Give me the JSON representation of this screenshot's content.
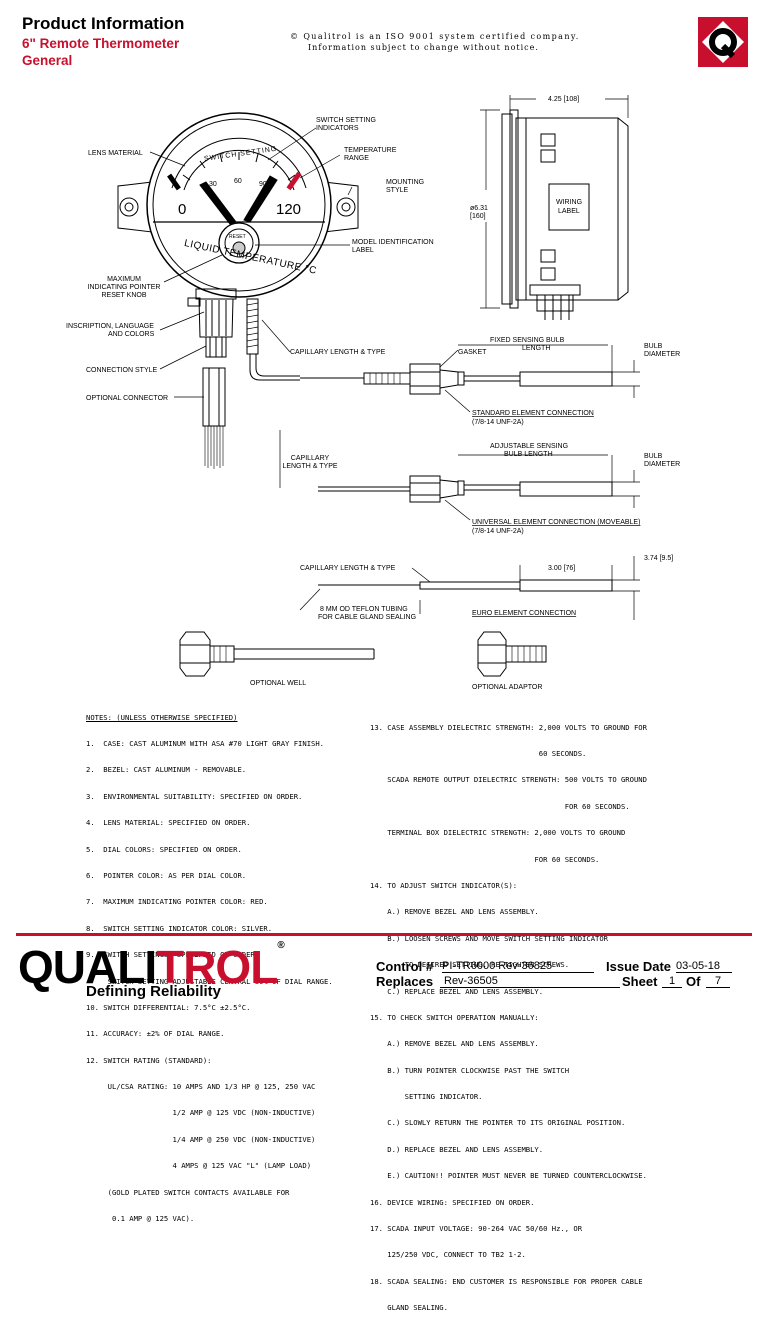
{
  "header": {
    "title": "Product Information",
    "subtitle": "6\" Remote Thermometer",
    "section": "General",
    "cert_line": "© Qualitrol is an ISO 9001 system certified company.",
    "notice_line": "Information subject to change without notice."
  },
  "dial": {
    "switch_setting_arc": "SWITCH SETTING",
    "tick_labels": [
      "30",
      "60",
      "90"
    ],
    "scale_min": "0",
    "scale_max": "120",
    "reset_label": "RESET",
    "liquid_temperature": "LIQUID TEMPERATURE °C"
  },
  "callouts": {
    "lens_material": "LENS MATERIAL",
    "switch_setting_indicators": [
      "SWITCH SETTING",
      "INDICATORS"
    ],
    "temperature_range": [
      "TEMPERATURE",
      "RANGE"
    ],
    "mounting_style": [
      "MOUNTING",
      "STYLE"
    ],
    "model_id_label": [
      "MODEL IDENTIFICATION",
      "LABEL"
    ],
    "max_pointer_knob": [
      "MAXIMUM",
      "INDICATING POINTER",
      "RESET KNOB"
    ],
    "inscription": [
      "INSCRIPTION, LANGUAGE",
      "AND COLORS"
    ],
    "connection_style": "CONNECTION STYLE",
    "optional_connector": "OPTIONAL CONNECTOR",
    "capillary_length_type": "CAPILLARY LENGTH & TYPE",
    "capillary_length_type_2": [
      "CAPILLARY",
      "LENGTH & TYPE"
    ],
    "fixed_bulb": [
      "FIXED SENSING BULB",
      "LENGTH"
    ],
    "gasket": "GASKET",
    "bulb_diameter": [
      "BULB",
      "DIAMETER"
    ],
    "standard_connection": [
      "STANDARD ELEMENT CONNECTION",
      "(7/8-14 UNF-2A)"
    ],
    "adjustable_bulb": [
      "ADJUSTABLE SENSING",
      "BULB LENGTH"
    ],
    "universal_connection": [
      "UNIVERSAL ELEMENT CONNECTION (MOVEABLE)",
      "(7/8-14 UNF-2A)"
    ],
    "dim_width": "4.25 [108]",
    "dim_height": [
      "ø6.31",
      "[160]"
    ],
    "wiring_label": [
      "WIRING",
      "LABEL"
    ],
    "dim_300": "3.00 [76]",
    "dim_374": "3.74 [9.5]",
    "teflon": [
      "8 MM OD TEFLON TUBING",
      "FOR CABLE GLAND SEALING"
    ],
    "euro_connection": "EURO ELEMENT CONNECTION",
    "optional_well": "OPTIONAL WELL",
    "optional_adaptor": "OPTIONAL ADAPTOR"
  },
  "notes_left": [
    "NOTES: (UNLESS OTHERWISE SPECIFIED)",
    "1.  CASE: CAST ALUMINUM WITH ASA #70 LIGHT GRAY FINISH.",
    "2.  BEZEL: CAST ALUMINUM - REMOVABLE.",
    "3.  ENVIRONMENTAL SUITABILITY: SPECIFIED ON ORDER.",
    "4.  LENS MATERIAL: SPECIFIED ON ORDER.",
    "5.  DIAL COLORS: SPECIFIED ON ORDER.",
    "6.  POINTER COLOR: AS PER DIAL COLOR.",
    "7.  MAXIMUM INDICATING POINTER COLOR: RED.",
    "8.  SWITCH SETTING INDICATOR COLOR: SILVER.",
    "9.  SWITCH SETTINGS: SPECIFIED ON ORDER.",
    "     SWITCH SETTING ADJUSTABLE CENTRAL 80% OF DIAL RANGE.",
    "10. SWITCH DIFFERENTIAL: 7.5°C ±2.5°C.",
    "11. ACCURACY: ±2% OF DIAL RANGE.",
    "12. SWITCH RATING (STANDARD):",
    "     UL/CSA RATING: 10 AMPS AND 1/3 HP @ 125, 250 VAC",
    "                    1/2 AMP @ 125 VDC (NON-INDUCTIVE)",
    "                    1/4 AMP @ 250 VDC (NON-INDUCTIVE)",
    "                    4 AMPS @ 125 VAC \"L\" (LAMP LOAD)",
    "     (GOLD PLATED SWITCH CONTACTS AVAILABLE FOR",
    "      0.1 AMP @ 125 VAC)."
  ],
  "notes_right": [
    "13. CASE ASSEMBLY DIELECTRIC STRENGTH: 2,000 VOLTS TO GROUND FOR",
    "                                       60 SECONDS.",
    "    SCADA REMOTE OUTPUT DIELECTRIC STRENGTH: 500 VOLTS TO GROUND",
    "                                             FOR 60 SECONDS.",
    "    TERMINAL BOX DIELECTRIC STRENGTH: 2,000 VOLTS TO GROUND",
    "                                      FOR 60 SECONDS.",
    "14. TO ADJUST SWITCH INDICATOR(S):",
    "    A.) REMOVE BEZEL AND LENS ASSEMBLY.",
    "    B.) LOOSEN SCREWS AND MOVE SWITCH SETTING INDICATOR",
    "        TO DESIRED SETTING. RE-TIGHTEN SCREWS.",
    "    C.) REPLACE BEZEL AND LENS ASSEMBLY.",
    "15. TO CHECK SWITCH OPERATION MANUALLY:",
    "    A.) REMOVE BEZEL AND LENS ASSEMBLY.",
    "    B.) TURN POINTER CLOCKWISE PAST THE SWITCH",
    "        SETTING INDICATOR.",
    "    C.) SLOWLY RETURN THE POINTER TO ITS ORIGINAL POSITION.",
    "    D.) REPLACE BEZEL AND LENS ASSEMBLY.",
    "    E.) CAUTION!! POINTER MUST NEVER BE TURNED COUNTERCLOCKWISE.",
    "16. DEVICE WIRING: SPECIFIED ON ORDER.",
    "17. SCADA INPUT VOLTAGE: 90-264 VAC 50/60 Hz., OR",
    "    125/250 VDC, CONNECT TO TB2 1-2.",
    "18. SCADA SEALING: END CUSTOMER IS RESPONSIBLE FOR PROPER CABLE",
    "    GLAND SEALING."
  ],
  "footer": {
    "brand_left": "QUALI",
    "brand_right": "TROL",
    "registered": "®",
    "tagline": "Defining Reliability",
    "control_label": "Control #",
    "control_value": "PI-TR6000 Rev-36825",
    "issue_label": "Issue Date",
    "issue_value": "03-05-18",
    "replaces_label": "Replaces",
    "replaces_value": "Rev-36505",
    "sheet_label": "Sheet",
    "sheet_value": "1",
    "of_label": "Of",
    "of_value": "7"
  },
  "colors": {
    "brand_red": "#c8102e",
    "logo_bg": "#c8102e"
  },
  "icons": {
    "corner_logo": "qualitrol-q-logo"
  }
}
